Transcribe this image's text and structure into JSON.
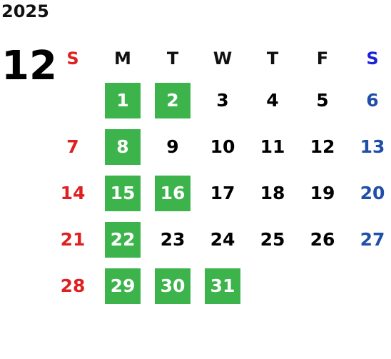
{
  "calendar": {
    "year": "2025",
    "month": "12",
    "weekday_headers": [
      "S",
      "M",
      "T",
      "W",
      "T",
      "F",
      "S"
    ],
    "weeks": [
      [
        "",
        "1",
        "2",
        "3",
        "4",
        "5",
        "6"
      ],
      [
        "7",
        "8",
        "9",
        "10",
        "11",
        "12",
        "13"
      ],
      [
        "14",
        "15",
        "16",
        "17",
        "18",
        "19",
        "20"
      ],
      [
        "21",
        "22",
        "23",
        "24",
        "25",
        "26",
        "27"
      ],
      [
        "28",
        "29",
        "30",
        "31",
        "",
        "",
        ""
      ]
    ],
    "highlighted_days": [
      "1",
      "2",
      "8",
      "15",
      "16",
      "22",
      "29",
      "30",
      "31"
    ]
  },
  "colors": {
    "sunday": "#e02020",
    "saturday_header": "#1a22d8",
    "saturday": "#1f4fa8",
    "highlight_bg": "#3cb44b",
    "highlight_text": "#ffffff",
    "default_text": "#000000"
  }
}
